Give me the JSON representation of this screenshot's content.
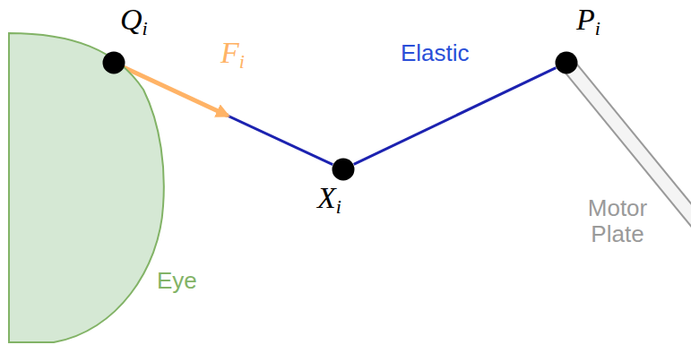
{
  "diagram": {
    "nodes": [
      {
        "text": [
          "Eye"
        ]
      },
      {
        "text": [
          "Qi"
        ]
      },
      {
        "text": [
          "Xi"
        ]
      },
      {
        "text": [
          "Pi"
        ]
      }
    ],
    "edges": [
      {
        "from": 1,
        "to": 2,
        "arrow": "none"
      },
      {
        "from": 2,
        "to": 3,
        "arrow": "none"
      }
    ],
    "labels": [
      "Fi",
      "Elastic",
      "Motor Plate"
    ]
  }
}
